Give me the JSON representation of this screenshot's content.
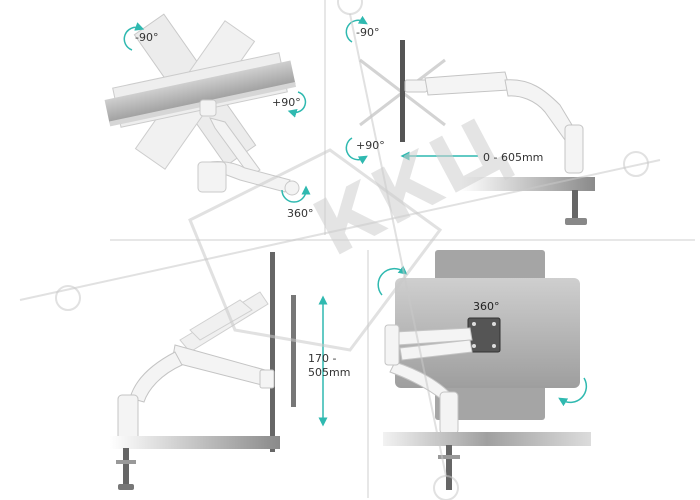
{
  "watermark": {
    "text": "ККЦ"
  },
  "panels": {
    "top_left": {
      "rot_neg": "-90°",
      "rot_pos": "+90°",
      "rot_full": "360°"
    },
    "top_right": {
      "rot_neg": "-90°",
      "rot_pos": "+90°",
      "extension": "0 - 605mm"
    },
    "bottom_left": {
      "height_line1": "170 -",
      "height_line2": "505mm"
    },
    "bottom_right": {
      "rotation": "360°"
    }
  },
  "colors": {
    "accent": "#2fb9b0",
    "arm": "#eeeeee",
    "monitor": "#b7b7b7",
    "desk": "#9a9a9a",
    "grid": "#d0d0d0"
  }
}
